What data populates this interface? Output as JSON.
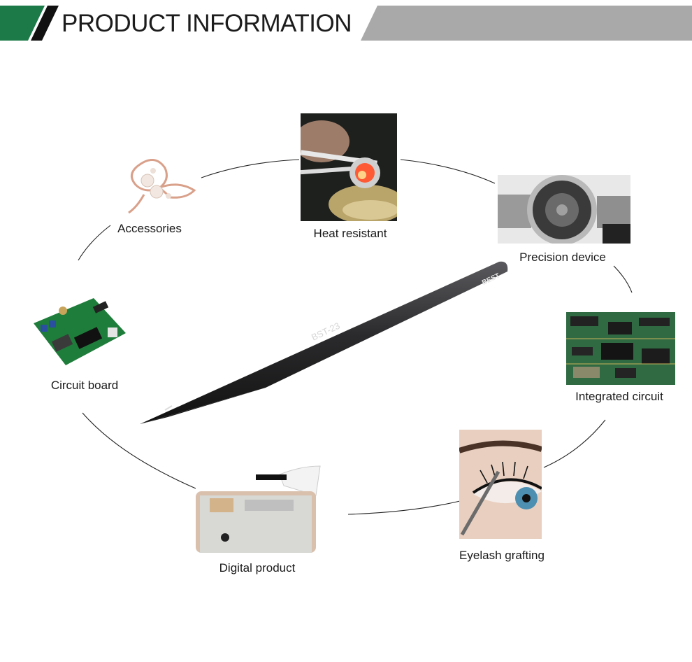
{
  "header": {
    "title": "PRODUCT INFORMATION",
    "colors": {
      "accent_green": "#1c7a49",
      "stripe_black": "#111111",
      "band_gray": "#a9a9a9"
    }
  },
  "tweezer": {
    "model": "BST-23",
    "brand": "BEST",
    "color": "#2b2b2d"
  },
  "applications": [
    {
      "label": "Accessories",
      "image": "pearl-butterfly-brooch"
    },
    {
      "label": "Heat resistant",
      "image": "glowing-coil-in-tweezers"
    },
    {
      "label": "Precision device",
      "image": "open-wristwatch"
    },
    {
      "label": "Integrated circuit",
      "image": "ic-chips-on-board"
    },
    {
      "label": "Eyelash grafting",
      "image": "eye-with-lash-tweezer"
    },
    {
      "label": "Digital product",
      "image": "phone-housing-interior"
    },
    {
      "label": "Circuit board",
      "image": "green-pcb"
    }
  ]
}
